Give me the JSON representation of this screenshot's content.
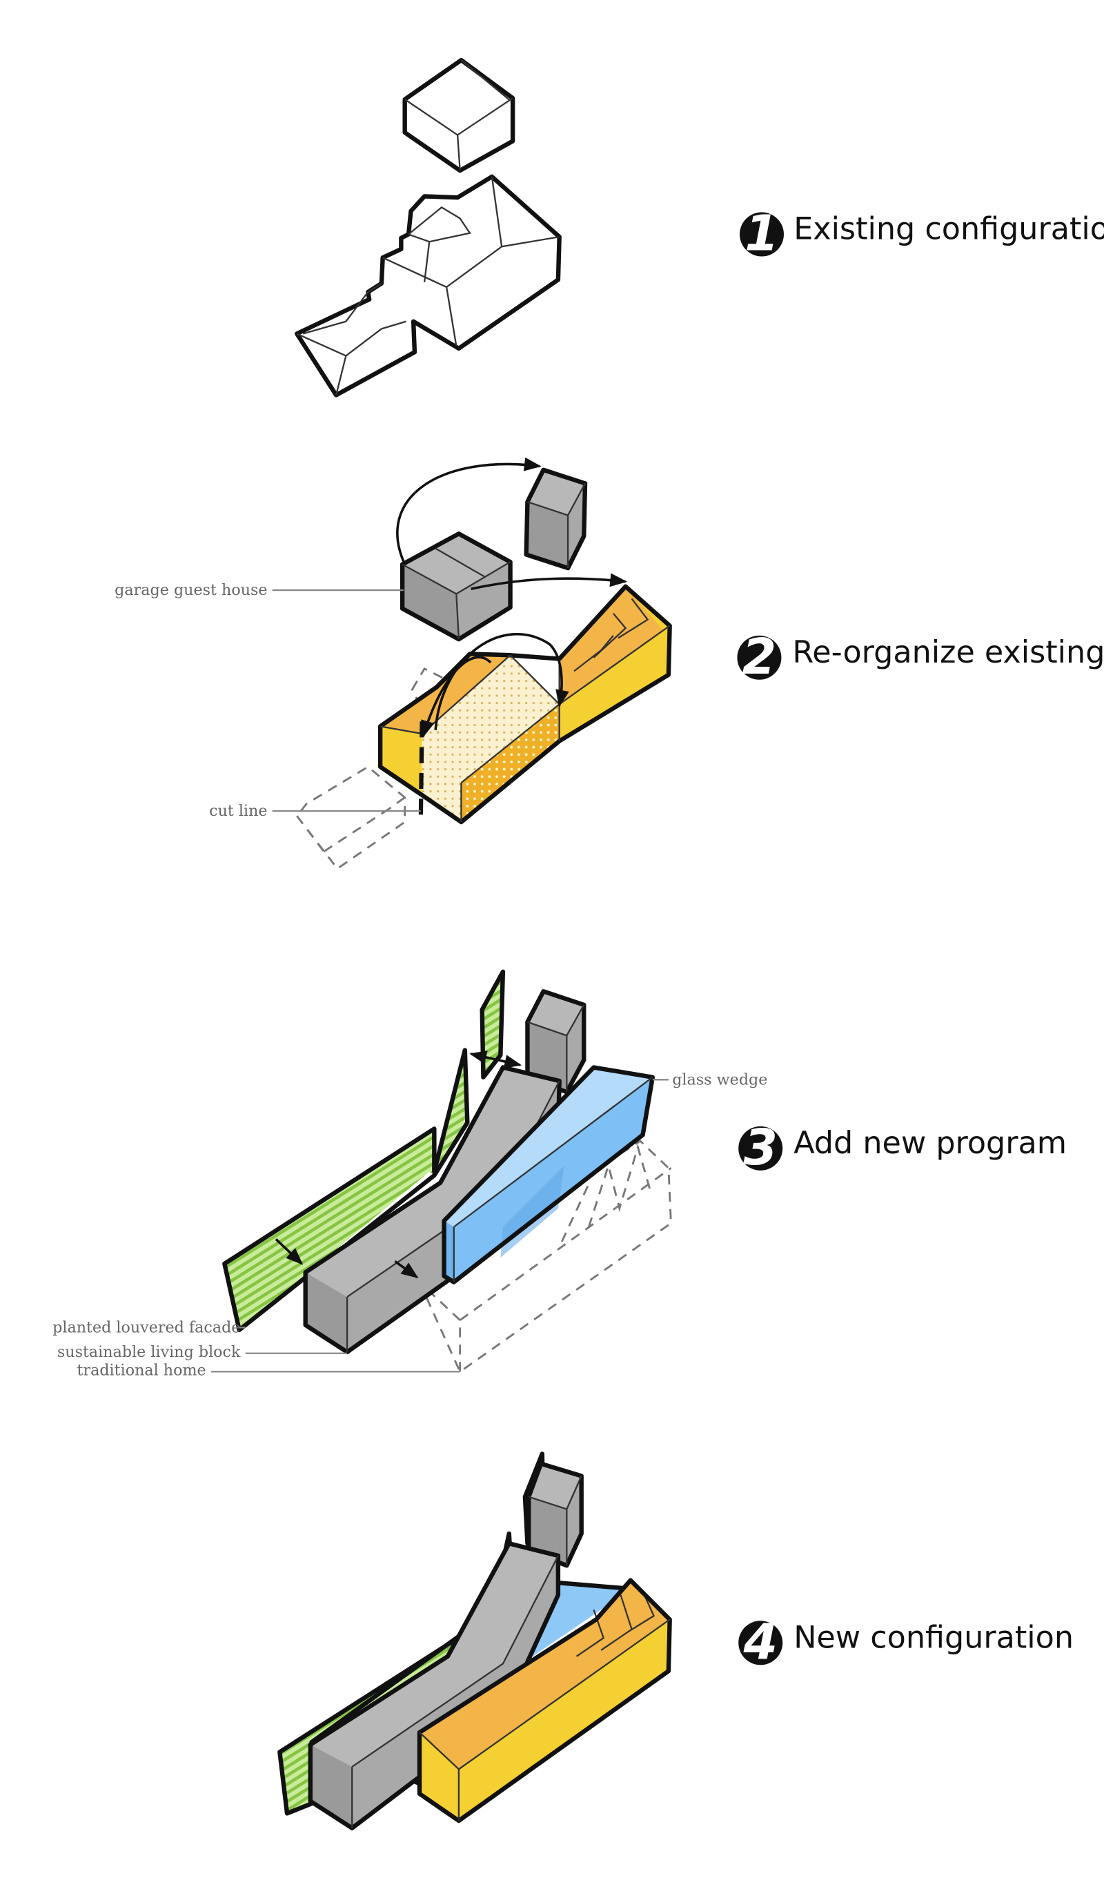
{
  "steps": [
    {
      "number": "1",
      "title": "Existing configuration"
    },
    {
      "number": "2",
      "title": "Re-organize existing program"
    },
    {
      "number": "3",
      "title": "Add new program"
    },
    {
      "number": "4",
      "title": "New configuration"
    }
  ],
  "labels": {
    "garage": "garage guest house",
    "cut_line": "cut line",
    "glass_wedge": "glass wedge",
    "louvered": "planted louvered facade",
    "living_block": "sustainable living block",
    "traditional": "traditional home"
  },
  "colors": {
    "gray": "#a6a6a6",
    "orange": "#f3b547",
    "yellow": "#f5d033",
    "blue": "#8ec8f7",
    "green": "#9fd25b"
  }
}
